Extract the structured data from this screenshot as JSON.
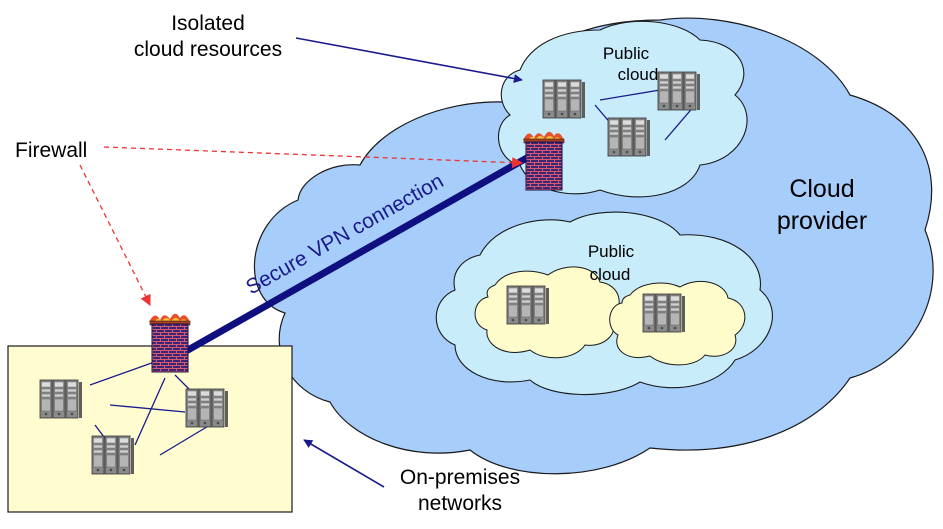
{
  "labels": {
    "isolated": [
      "Isolated",
      "cloud resources"
    ],
    "firewall": "Firewall",
    "public_cloud_top": [
      "Public",
      "cloud"
    ],
    "public_cloud_bottom": [
      "Public",
      "cloud"
    ],
    "cloud_provider": [
      "Cloud",
      "provider"
    ],
    "vpn": "Secure VPN connection",
    "on_premises": [
      "On-premises",
      "networks"
    ]
  },
  "colors": {
    "provider_cloud_fill": "#a7cdfb",
    "public_cloud_fill": "#c8ecfa",
    "private_cloud_fill": "#fffccc",
    "onprem_fill": "#fffdd0",
    "vpn_line": "#0f0f80",
    "arrow_navy": "#1a1a8c",
    "firewall_dashed": "#ee3333",
    "firewall_body": "#3d2573"
  },
  "icons": [
    "server-rack-icon",
    "firewall-icon",
    "cloud-icon"
  ]
}
